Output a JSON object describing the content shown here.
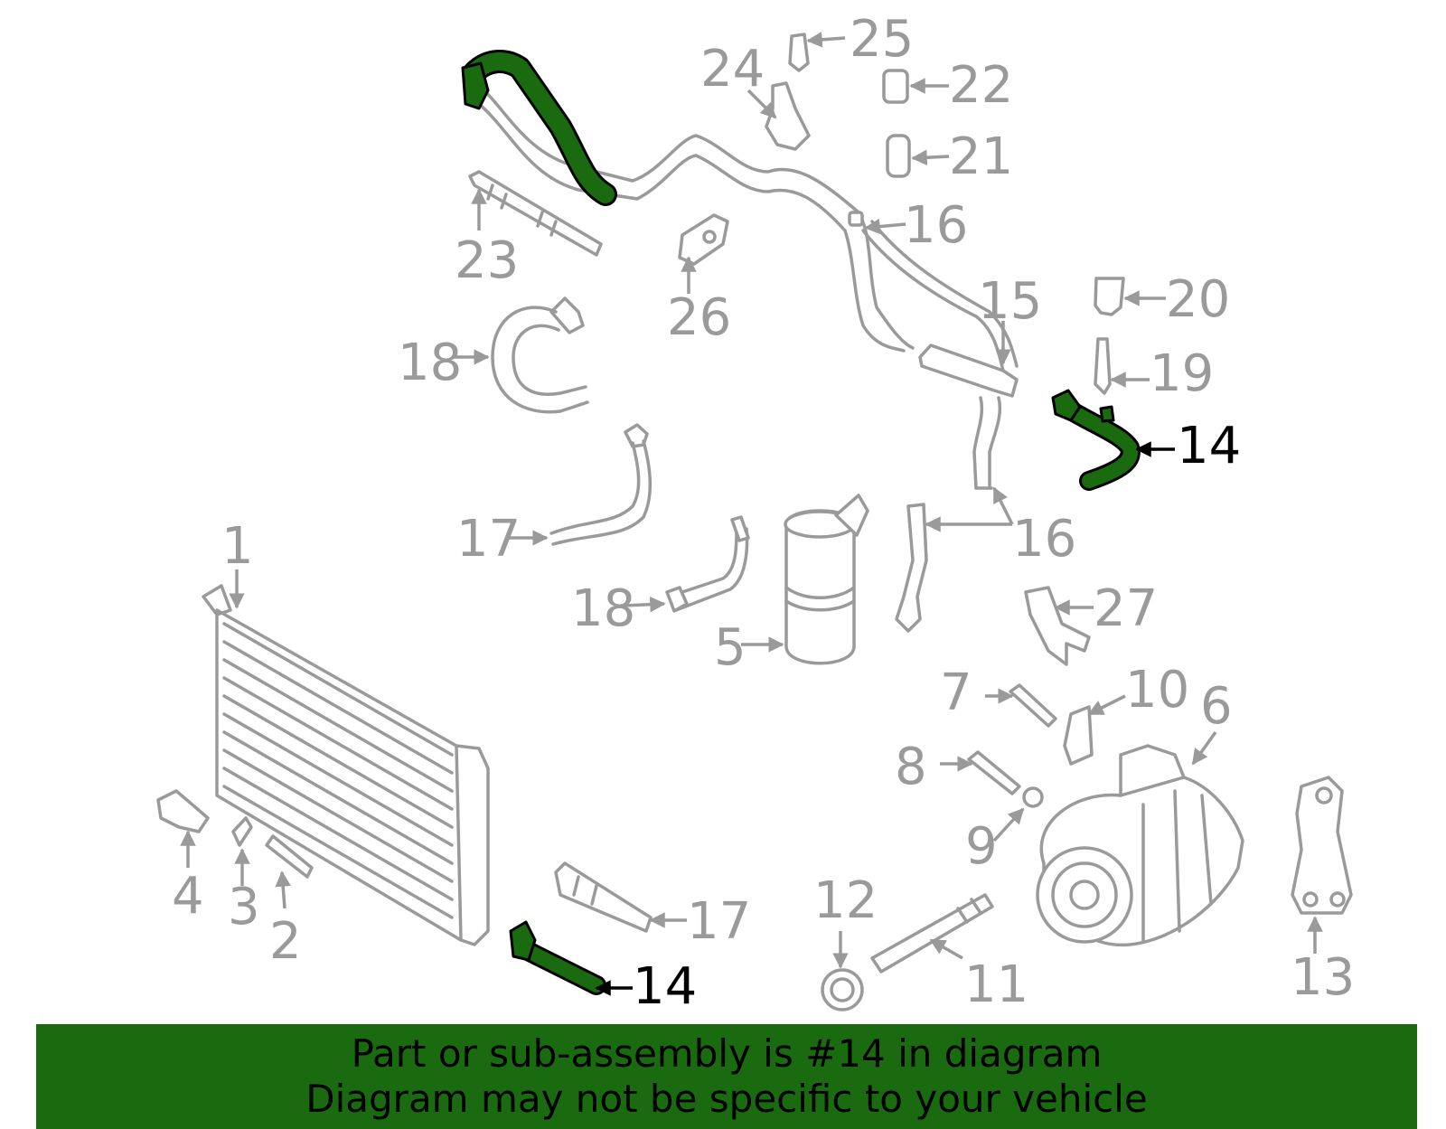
{
  "colors": {
    "highlight": "#1a6b10",
    "parts": "#9a9a9a",
    "banner": "#1a6b10"
  },
  "callouts": {
    "c1": "1",
    "c2": "2",
    "c3": "3",
    "c4": "4",
    "c5": "5",
    "c6": "6",
    "c7": "7",
    "c8": "8",
    "c9": "9",
    "c10": "10",
    "c11": "11",
    "c12": "12",
    "c13": "13",
    "c14": "14",
    "c15": "15",
    "c16": "16",
    "c17": "17",
    "c18": "18",
    "c19": "19",
    "c20": "20",
    "c21": "21",
    "c22": "22",
    "c23": "23",
    "c24": "24",
    "c25": "25",
    "c26": "26",
    "c27": "27"
  },
  "banner": {
    "line1": "Part or sub-assembly is #14 in diagram",
    "line2": "Diagram may not be specific to your vehicle"
  }
}
